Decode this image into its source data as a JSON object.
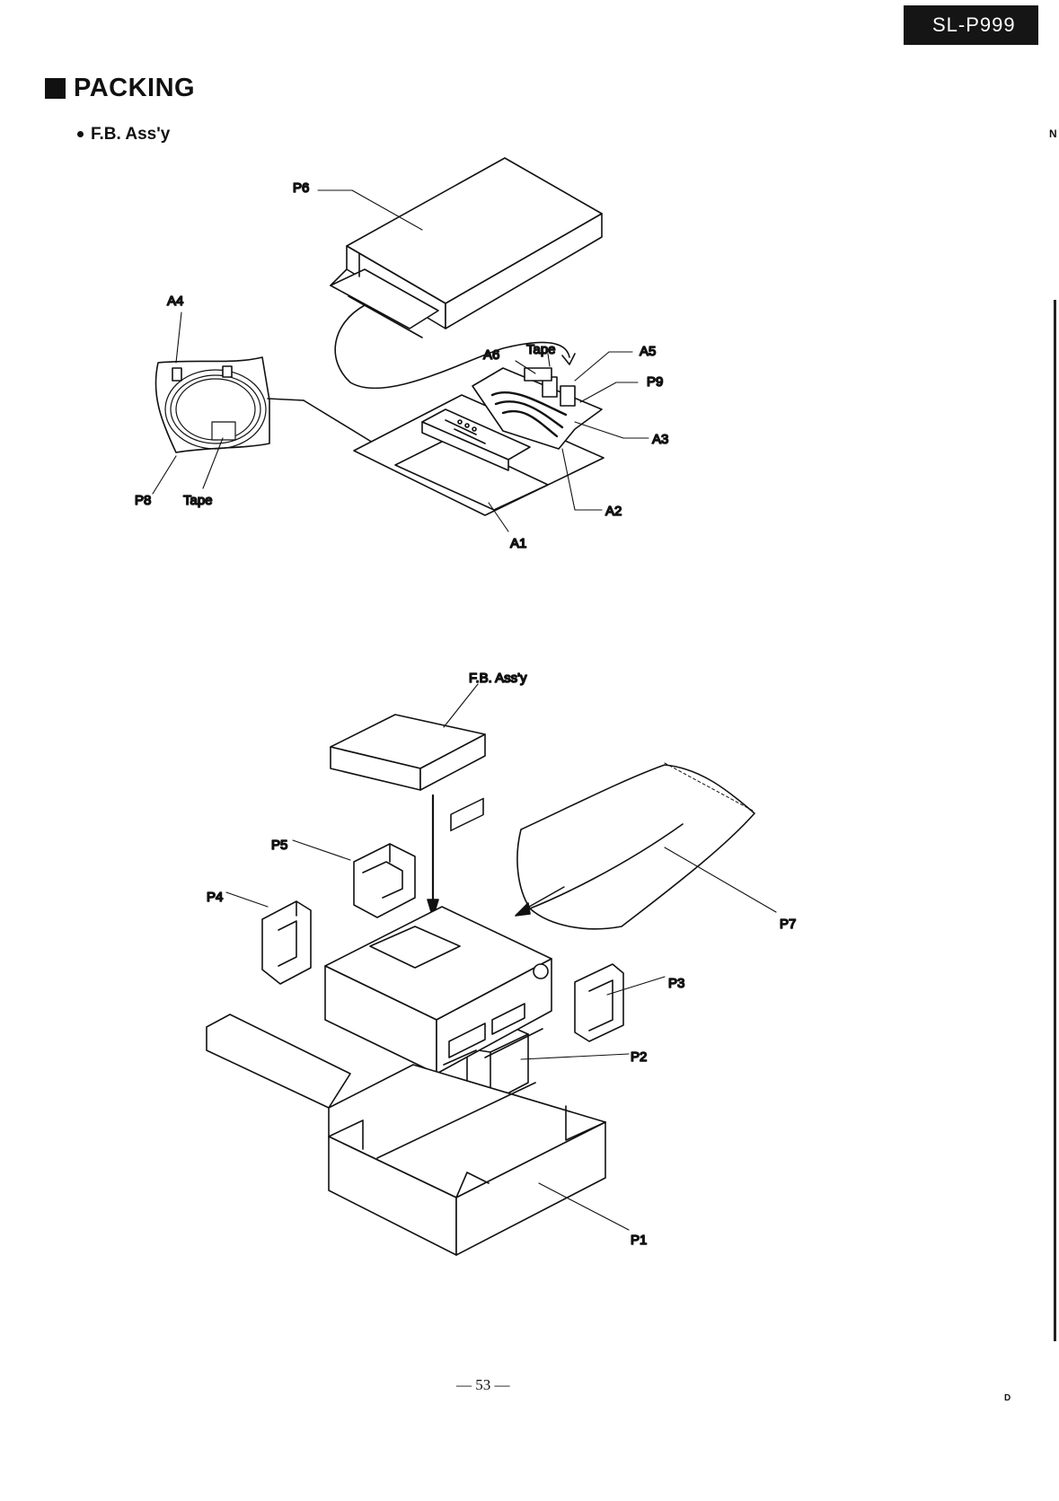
{
  "header": {
    "model": "SL-P999",
    "section_title": "PACKING",
    "subsection": "F.B. Ass'y"
  },
  "labels": {
    "p1": "P1",
    "p2": "P2",
    "p3": "P3",
    "p4": "P4",
    "p5": "P5",
    "p6": "P6",
    "p7": "P7",
    "p8": "P8",
    "p9": "P9",
    "a1": "A1",
    "a2": "A2",
    "a3": "A3",
    "a4": "A4",
    "a5": "A5",
    "a6": "A6",
    "tape_top": "Tape",
    "tape_bottom": "Tape",
    "fb_assy": "F.B. Ass'y"
  },
  "footer": {
    "page_number": "— 53 —",
    "corner_mark": "D",
    "right_edge_mark": "N"
  }
}
